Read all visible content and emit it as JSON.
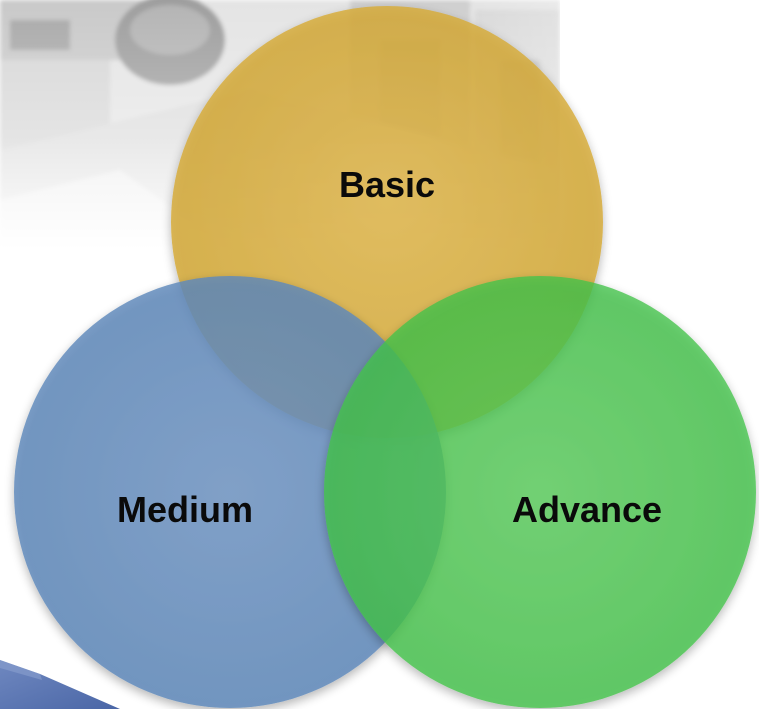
{
  "diagram": {
    "type": "venn",
    "sets": [
      {
        "id": "basic",
        "label": "Basic",
        "color": "#D9AE3A"
      },
      {
        "id": "medium",
        "label": "Medium",
        "color": "#5D87B8"
      },
      {
        "id": "advance",
        "label": "Advance",
        "color": "#44C64A"
      }
    ]
  },
  "colors": {
    "background": "#FFFFFF",
    "corner_accent": "#5A76B2",
    "photo_tint": "#BDBDBD"
  }
}
